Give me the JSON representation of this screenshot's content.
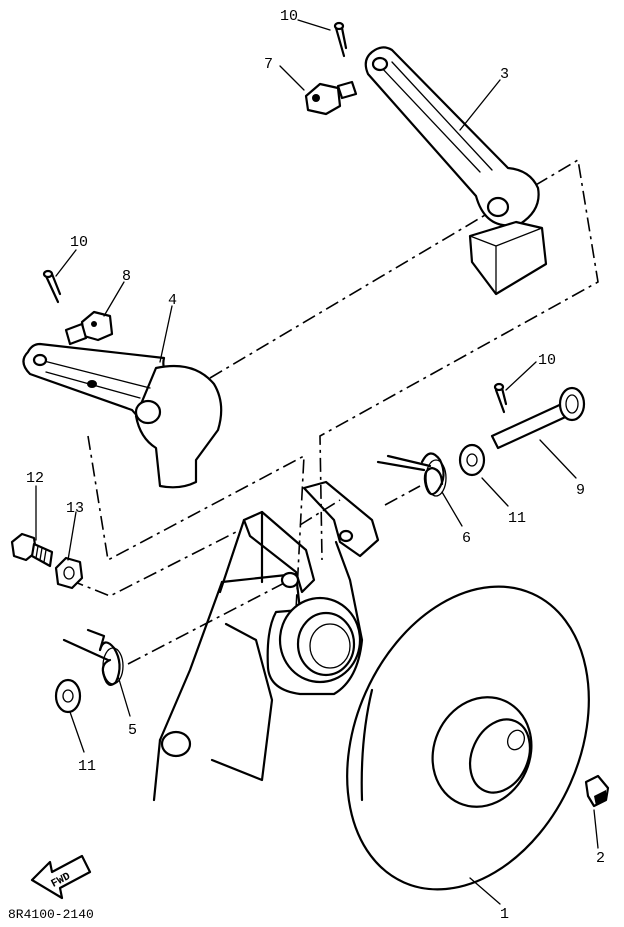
{
  "diagram_code": "8R4100-2140",
  "fwd_arrow_text": "FWD",
  "callouts": [
    "1",
    "2",
    "3",
    "4",
    "5",
    "6",
    "7",
    "8",
    "9",
    "10",
    "10",
    "10",
    "11",
    "11",
    "12",
    "13"
  ]
}
